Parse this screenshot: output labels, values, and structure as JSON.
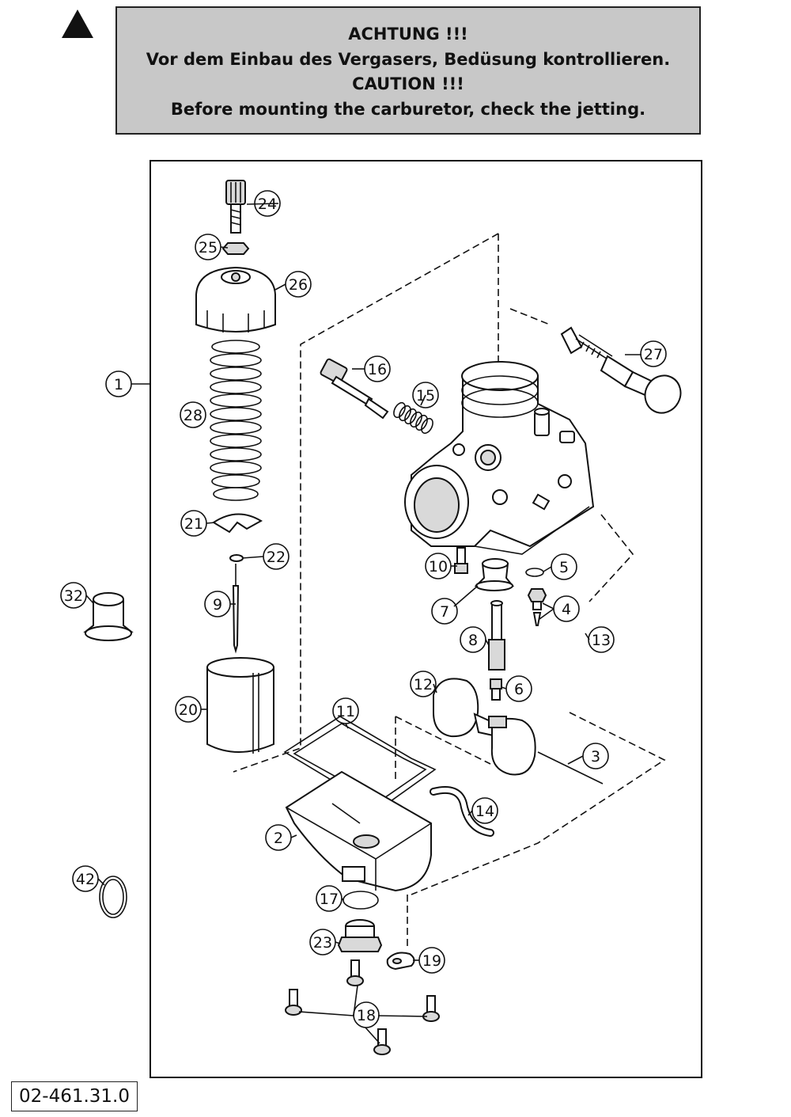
{
  "warning": {
    "line1": "ACHTUNG !!!",
    "line2": "Vor dem Einbau des Vergasers, Bedüsung kontrollieren.",
    "line3": "CAUTION !!!",
    "line4": "Before mounting the carburetor, check the jetting."
  },
  "callouts": [
    "1",
    "2",
    "3",
    "4",
    "5",
    "6",
    "7",
    "8",
    "9",
    "10",
    "11",
    "12",
    "13",
    "14",
    "15",
    "16",
    "17",
    "18",
    "19",
    "20",
    "21",
    "22",
    "23",
    "24",
    "25",
    "26",
    "27",
    "28",
    "32",
    "42"
  ],
  "drawing_code": "02-461.31.0"
}
